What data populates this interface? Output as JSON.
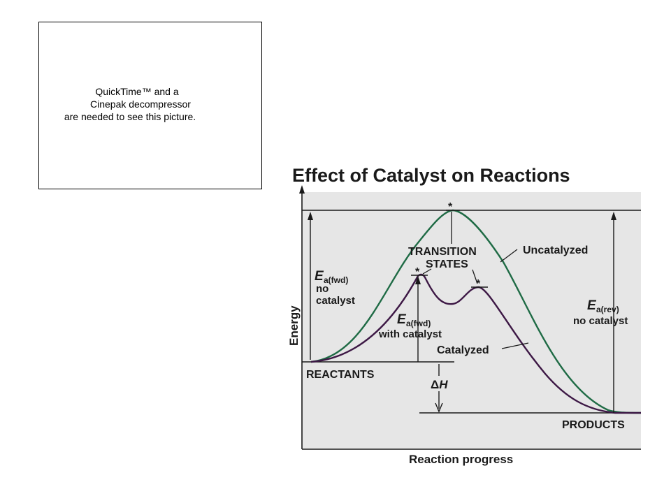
{
  "placeholder": {
    "line1": "QuickTime™ and a",
    "line2": "Cinepak decompressor",
    "line3": "are needed to see this picture."
  },
  "diagram": {
    "title": "Effect of Catalyst on Reactions",
    "y_axis_label": "Energy",
    "x_axis_label": "Reaction progress",
    "transition_states_1": "TRANSITION",
    "transition_states_2": "STATES",
    "uncatalyzed_label": "Uncatalyzed",
    "catalyzed_label": "Catalyzed",
    "ea_symbol": "E",
    "ea_fwd_sub": "a(fwd)",
    "ea_rev_sub": "a(rev)",
    "no_catalyst_no": "no",
    "no_catalyst_catalyst": "catalyst",
    "with_catalyst": "with catalyst",
    "no_catalyst": "no catalyst",
    "reactants": "REACTANTS",
    "products": "PRODUCTS",
    "delta_symbol": "Δ",
    "delta_h": "H",
    "star": "*",
    "colors": {
      "uncatalyzed": "#1f6b45",
      "catalyzed": "#3d1845",
      "panel_bg": "#e6e6e6",
      "text": "#1a1a1a"
    }
  }
}
